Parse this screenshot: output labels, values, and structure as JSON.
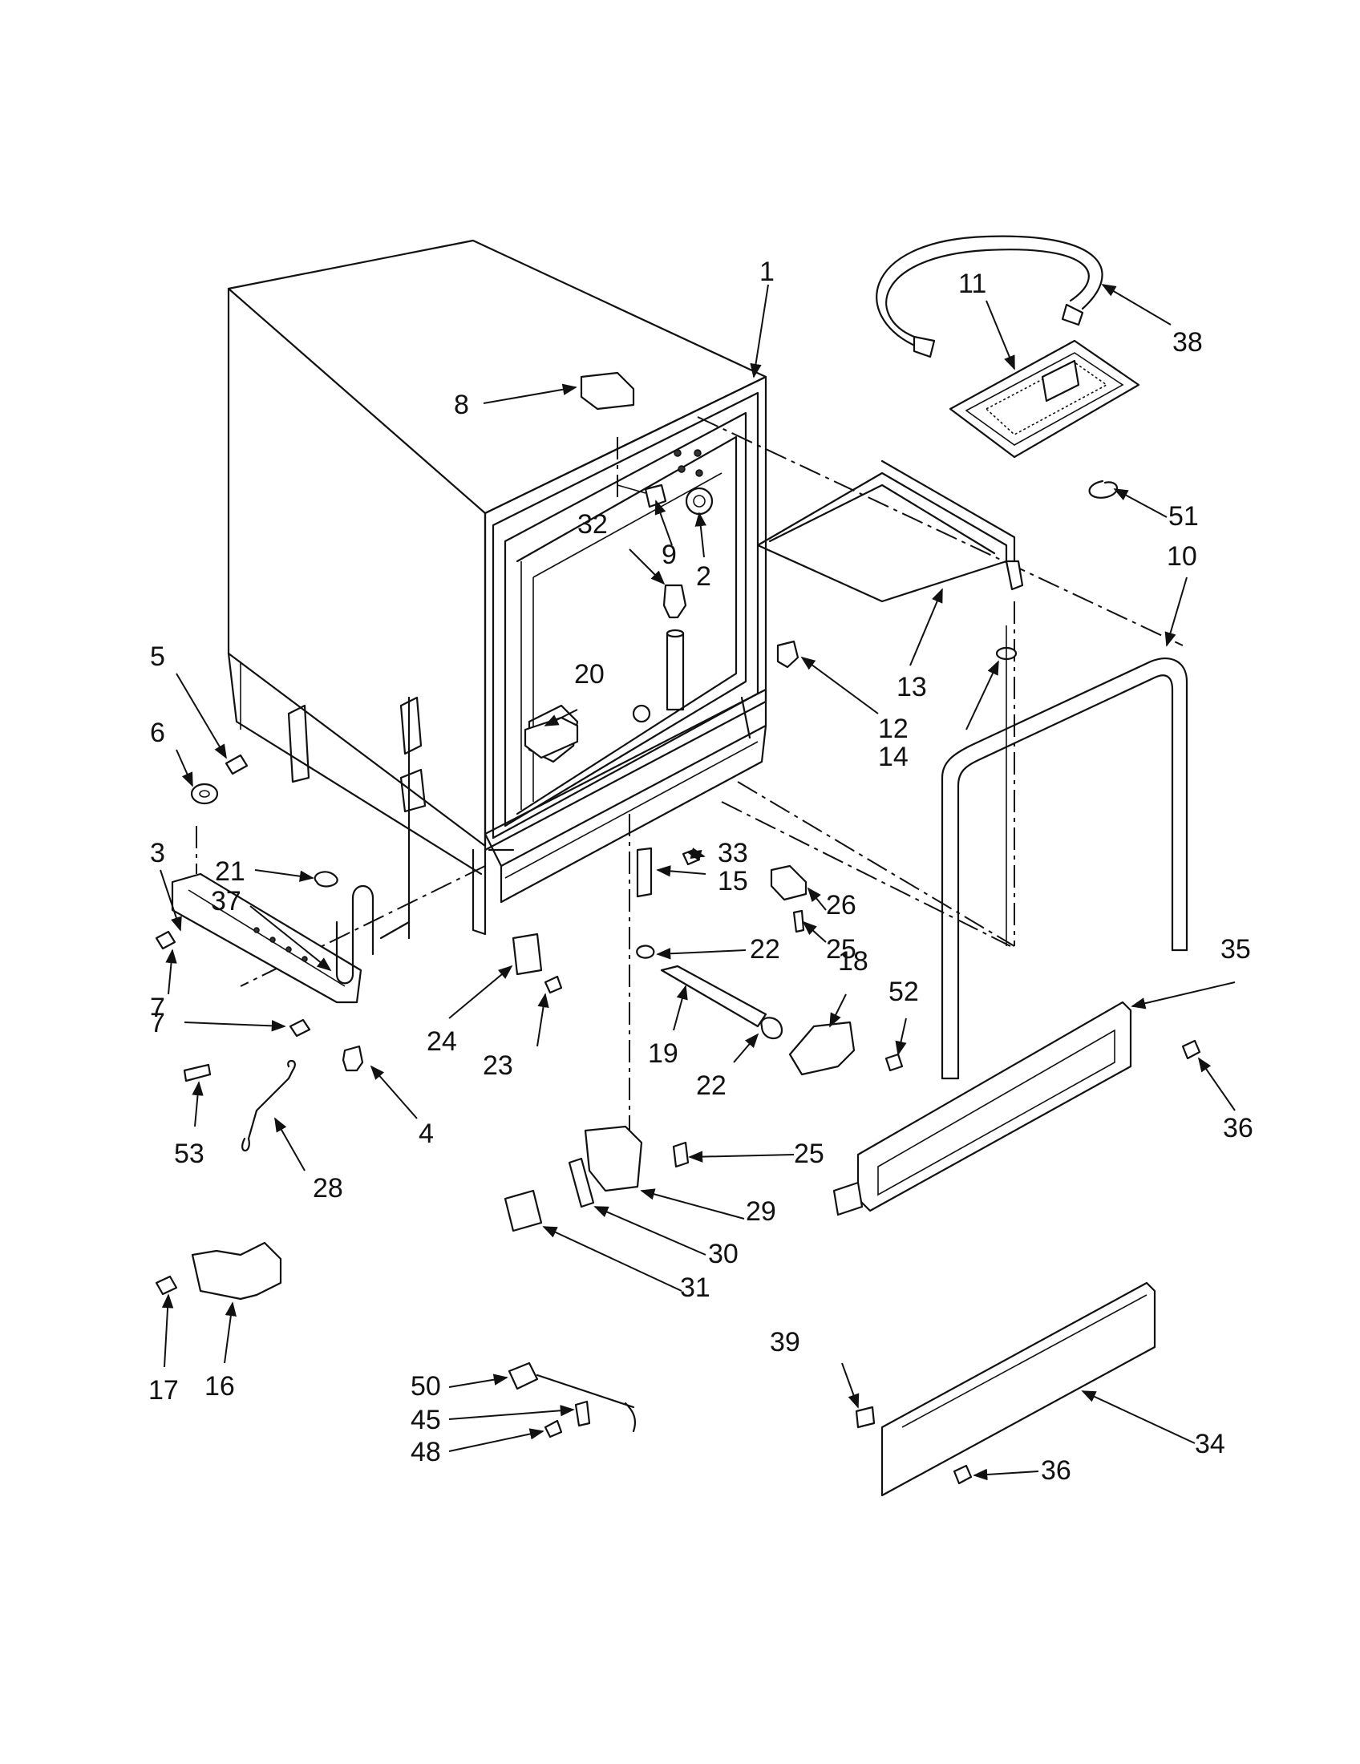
{
  "callouts": {
    "c1": "1",
    "c2": "2",
    "c3": "3",
    "c4": "4",
    "c5": "5",
    "c6": "6",
    "c7a": "7",
    "c7b": "7",
    "c8": "8",
    "c9": "9",
    "c10": "10",
    "c11": "11",
    "c12": "12",
    "c13": "13",
    "c14": "14",
    "c15": "15",
    "c16": "16",
    "c17": "17",
    "c18": "18",
    "c19": "19",
    "c20": "20",
    "c21": "21",
    "c22a": "22",
    "c22b": "22",
    "c23": "23",
    "c24": "24",
    "c25a": "25",
    "c25b": "25",
    "c26": "26",
    "c28": "28",
    "c29": "29",
    "c30": "30",
    "c31": "31",
    "c32": "32",
    "c33": "33",
    "c34": "34",
    "c35": "35",
    "c36a": "36",
    "c36b": "36",
    "c37": "37",
    "c38": "38",
    "c39": "39",
    "c45": "45",
    "c48": "48",
    "c50": "50",
    "c51": "51",
    "c52": "52",
    "c53": "53"
  }
}
